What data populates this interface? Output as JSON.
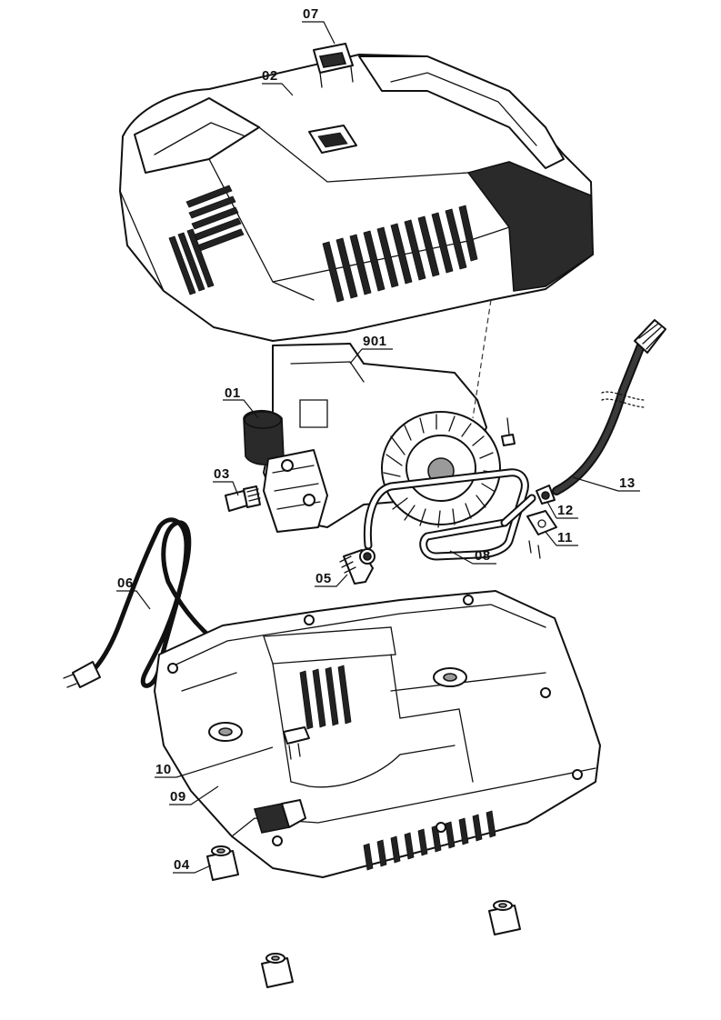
{
  "callouts": {
    "c07": "07",
    "c02": "02",
    "c901": "901",
    "c01": "01",
    "c03": "03",
    "c13": "13",
    "c12": "12",
    "c11": "11",
    "c08": "08",
    "c05": "05",
    "c06": "06",
    "c10": "10",
    "c09": "09",
    "c04": "04"
  },
  "colors": {
    "line": "#111111",
    "shade": "#2a2a2a",
    "mid_grey": "#9a9a9a",
    "background": "#ffffff"
  }
}
